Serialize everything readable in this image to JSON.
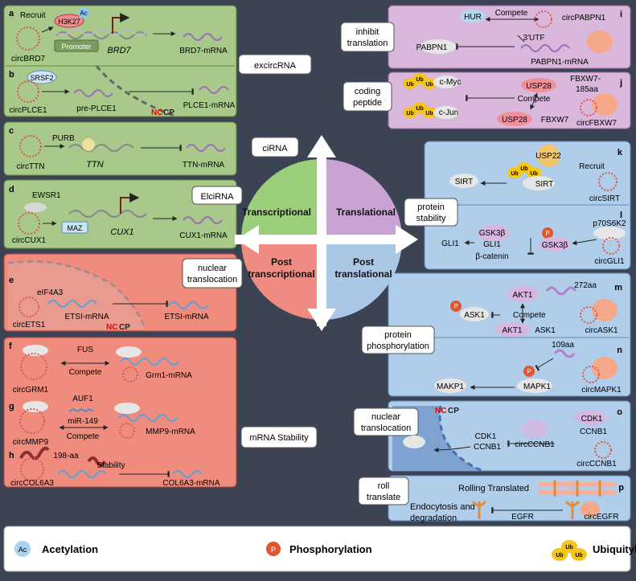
{
  "colors": {
    "background": "#3c4454",
    "green_panel": "#a8c98a",
    "green_border": "#5e8f3a",
    "salmon_panel": "#f08c7e",
    "salmon_border": "#b5473a",
    "purple_panel": "#d9b8dc",
    "purple_border": "#a06aa8",
    "blue_panel": "#b0cde9",
    "blue_border": "#5c8ac0",
    "quad_green": "#9ccf7c",
    "quad_purple": "#c9a3d4",
    "quad_salmon": "#ef8b80",
    "quad_blue": "#aac7e6",
    "circ_red": "#d9584e",
    "mrna_purple": "#9a6fb5",
    "mrna_blue": "#5fa0d6"
  },
  "left": {
    "a": {
      "letter": "a",
      "recruit": "Recruit",
      "h3k27": "H3K27",
      "ac": "Ac",
      "promoter": "Promoter",
      "gene": "BRD7",
      "circ": "circBRD7",
      "mrna": "BRD7-mRNA"
    },
    "b": {
      "letter": "b",
      "srsf2": "SRSF2",
      "circ": "circPLCE1",
      "pre": "pre-PLCE1",
      "mrna": "PLCE1-mRNA",
      "nc": "NC",
      "cp": "CP"
    },
    "excircrna": "excircRNA",
    "c": {
      "letter": "c",
      "purb": "PURB",
      "circ": "circTTN",
      "gene": "TTN",
      "mrna": "TTN-mRNA"
    },
    "cirna": "ciRNA",
    "d": {
      "letter": "d",
      "ewsr1": "EWSR1",
      "maz": "MAZ",
      "circ": "circCUX1",
      "gene": "CUX1",
      "mrna": "CUX1-mRNA"
    },
    "elcirna": "ElciRNA",
    "e": {
      "letter": "e",
      "eif4a3": "eIF4A3",
      "etsi1": "ETSI-mRNA",
      "etsi2": "ETSI-mRNA",
      "circ": "circETS1",
      "nc": "NC",
      "cp": "CP"
    },
    "nuclear_l1": "nuclear",
    "nuclear_l2": "translocation",
    "f": {
      "letter": "f",
      "fus": "FUS",
      "compete": "Compete",
      "circ": "circGRM1",
      "mrna": "Grm1-mRNA"
    },
    "g": {
      "letter": "g",
      "auf1": "AUF1",
      "mir": "miR-149",
      "compete": "Compete",
      "circ": "circMMP9",
      "mrna": "MMP9-mRNA"
    },
    "mrna_stability": "mRNA Stability",
    "h": {
      "letter": "h",
      "aa": "198-aa",
      "stability": "Stability",
      "circ": "circCOL6A3",
      "mrna": "COL6A3-mRNA"
    }
  },
  "center": {
    "q1": "Transcriptional",
    "q2": "Translational",
    "q3_l1": "Post",
    "q3_l2": "transcriptional",
    "q4_l1": "Post",
    "q4_l2": "translational"
  },
  "right": {
    "i": {
      "letter": "i",
      "hur": "HUR",
      "compete": "Compete",
      "circ": "circPABPN1",
      "utr": "3'UTF",
      "pabpn1": "PABPN1",
      "mrna": "PABPN1-mRNA"
    },
    "inhibit_l1": "inhibit",
    "inhibit_l2": "translation",
    "j": {
      "letter": "j",
      "cmyc": "c-Myc",
      "cjun": "c-Jun",
      "compete": "Compete",
      "usp28a": "USP28",
      "usp28b": "USP28",
      "fbxw7": "FBXW7",
      "fbxw7_185_l1": "FBXW7-",
      "fbxw7_185_l2": "185aa",
      "circ": "circFBXW7"
    },
    "coding_l1": "coding",
    "coding_l2": "peptide",
    "k": {
      "letter": "k",
      "usp22": "USP22",
      "recruit": "Recruit",
      "sirt1": "SIRT",
      "sirt2": "SIRT",
      "circ": "circSIRT"
    },
    "stability_l1": "protein",
    "stability_l2": "stability",
    "l": {
      "letter": "l",
      "gsk": "GSK3β",
      "gsk2": "GSK3β",
      "gli1a": "GLI1",
      "gli1b": "GLI1",
      "catenin": "β-catenin",
      "p70": "p70S6K2",
      "circ": "circGLI1"
    },
    "m": {
      "letter": "m",
      "aa": "272aa",
      "akt1a": "AKT1",
      "akt1b": "AKT1",
      "ask1a": "ASK1",
      "ask1b": "ASK1",
      "compete": "Compete",
      "circ": "circASK1"
    },
    "phospho_l1": "protein",
    "phospho_l2": "phosphorylation",
    "n": {
      "letter": "n",
      "aa": "109aa",
      "makp1": "MAKP1",
      "mapk1": "MAPK1",
      "circ": "circMAPK1"
    },
    "o": {
      "letter": "o",
      "nc": "NC",
      "cp": "CP",
      "cdk1a": "CDK1",
      "ccnb1a": "CCNB1",
      "cdk1b": "CDK1",
      "ccnb1b": "CCNB1",
      "circ1": "circCCNB1",
      "circ2": "circCCNB1"
    },
    "nuclear2_l1": "nuclear",
    "nuclear2_l2": "translocation",
    "p": {
      "letter": "p",
      "rolling": "Rolling Translated",
      "endo_l1": "Endocytosis and",
      "endo_l2": "degradation",
      "egfr": "EGFR",
      "circ": "circEGFR"
    },
    "roll_l1": "roll",
    "roll_l2": "translate"
  },
  "p_mark": "P",
  "ub": "Ub",
  "legend": {
    "ac_icon": "Ac",
    "acetylation": "Acetylation",
    "p_icon": "P",
    "phosphorylation": "Phosphorylation",
    "ub_icon": "Ub",
    "ubiquitylation": "Ubiquitylation"
  }
}
